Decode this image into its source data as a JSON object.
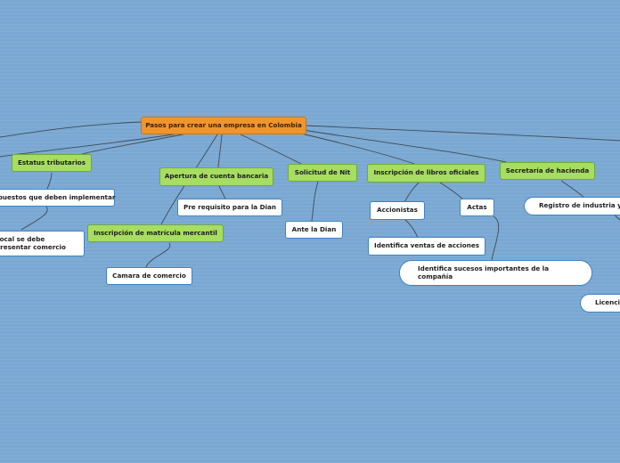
{
  "diagram": {
    "root": "Pasos para crear una empresa en Colombia",
    "estatus": "Estatus tributarios",
    "impuestos": "Impuestos que deben implementar",
    "presentar": "Local se debe presentar comercio",
    "apertura": "Apertura de cuenta bancaria",
    "prerequisito": "Pre requisito para la Dian",
    "matricula": "Inscripción de matrícula mercantil",
    "camara": "Camara de comercio",
    "nit": "Solicitud de Nit",
    "dian": "Ante la Dian",
    "libros": "Inscripción de libros oficiales",
    "accionistas": "Accionistas",
    "actas": "Actas",
    "ventas": "Identifica ventas de acciones",
    "sucesos": "Identifica sucesos importantes de la compañía",
    "hacienda": "Secretaría de hacienda",
    "registro": "Registro de industria y",
    "licencia": "Licencia"
  }
}
